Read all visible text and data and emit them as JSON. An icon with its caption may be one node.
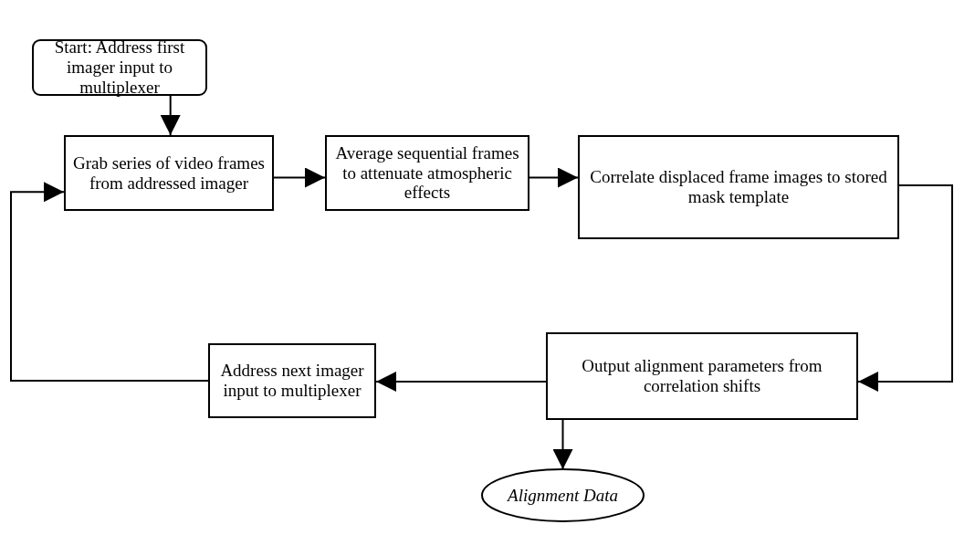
{
  "diagram": {
    "nodes": [
      {
        "text": [
          "Start: Address first imager input to multiplexer"
        ]
      },
      {
        "text": [
          "Grab series of video frames from addressed imager"
        ]
      },
      {
        "text": [
          "Average sequential frames to attenuate atmospheric effects"
        ]
      },
      {
        "text": [
          "Correlate displaced frame images to stored mask template"
        ]
      },
      {
        "text": [
          "Address next imager input to multiplexer"
        ]
      },
      {
        "text": [
          "Output alignment parameters from correlation shifts"
        ]
      },
      {
        "text": [
          "Alignment Data"
        ]
      }
    ],
    "edges": [
      {
        "from": 0,
        "to": 1,
        "arrow": "to"
      },
      {
        "from": 1,
        "to": 2,
        "arrow": "to"
      },
      {
        "from": 2,
        "to": 3,
        "arrow": "to"
      },
      {
        "from": 3,
        "to": 5,
        "arrow": "to"
      },
      {
        "from": 5,
        "to": 4,
        "arrow": "to"
      },
      {
        "from": 4,
        "to": 1,
        "arrow": "to"
      },
      {
        "from": 5,
        "to": 6,
        "arrow": "to"
      }
    ]
  }
}
